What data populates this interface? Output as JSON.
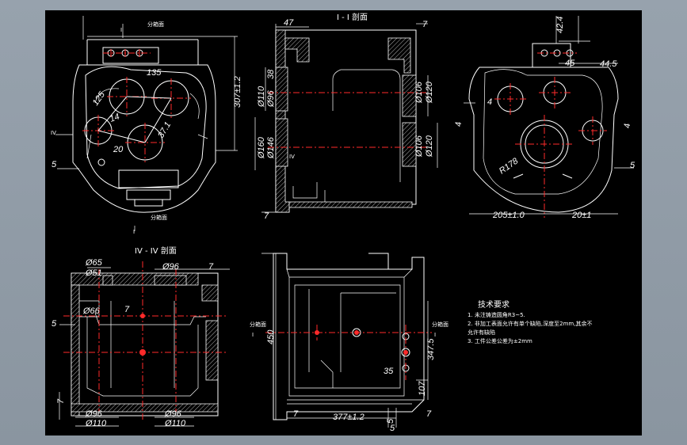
{
  "views": {
    "front": {
      "title": "I",
      "section_mark_top": "I",
      "parting_label": "分箱面",
      "parting_label_bottom": "分箱面",
      "iv_mark": "IV",
      "dims": {
        "d135": "135",
        "d20": "20",
        "d5": "5",
        "d3071": "307±1.2",
        "d125": "125",
        "d14": "14",
        "d371": "37.1"
      }
    },
    "section_i": {
      "title": "I - I 剖面",
      "dims": {
        "d47": "47",
        "d7": "7",
        "d38": "38",
        "d110": "Ø110",
        "d96": "Ø96",
        "d160": "Ø160",
        "d146": "Ø146",
        "d106a": "Ø106",
        "d120a": "Ø120",
        "d106b": "Ø106",
        "d120b": "Ø120",
        "d7b": "7",
        "iv": "IV"
      }
    },
    "side": {
      "dims": {
        "d424": "42.4",
        "d45": "45",
        "d445": "44.5",
        "d4a": "4",
        "d4b": "4",
        "d4c": "4",
        "d5": "5",
        "r178": "R178",
        "d205": "205±1.0",
        "d201": "20±1"
      }
    },
    "section_iv": {
      "title": "IV - IV 剖面",
      "dims": {
        "d65": "Ø65",
        "d51": "Ø51",
        "d96": "Ø96",
        "d7a": "7",
        "d66": "Ø66",
        "d7b": "7",
        "d5": "5",
        "d7c": "7",
        "d96b": "Ø96",
        "d110": "Ø110",
        "d96c": "Ø96",
        "d110b": "Ø110"
      }
    },
    "bottom": {
      "parting_label": "分箱面",
      "mark": "I",
      "dims": {
        "d450": "450",
        "d3475": "347.5",
        "d35": "35",
        "d107": "107",
        "d7": "7",
        "d3771": "377±1.2",
        "d5": "5",
        "d7b": "7",
        "d5b": "5"
      }
    }
  },
  "notes": {
    "heading": "技术要求",
    "lines": [
      "1. 未注铸造圆角R3~5.",
      "2. 非加工表面允许有单个缺陷,深度至2mm,其余不",
      "   允许有缺陷",
      "3. 工件公差公差为±2mm"
    ]
  }
}
